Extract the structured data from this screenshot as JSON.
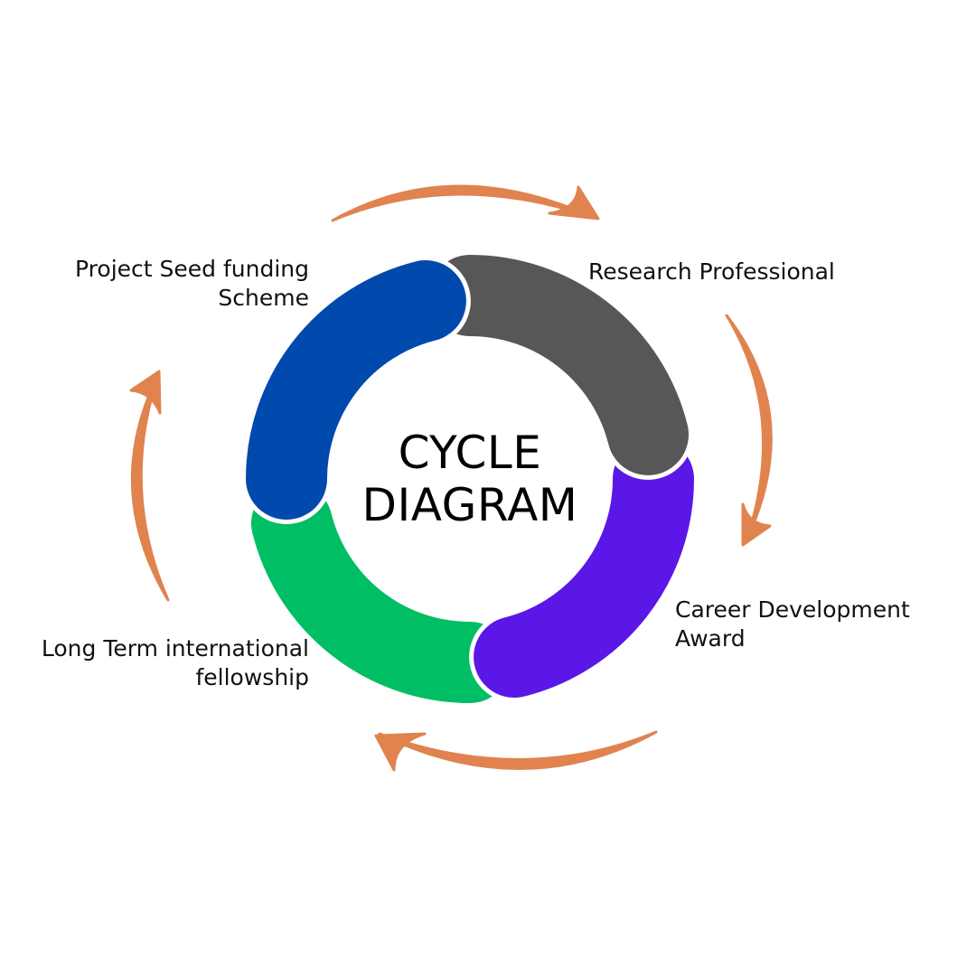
{
  "diagram": {
    "title_line1": "CYCLE",
    "title_line2": "DIAGRAM",
    "arrow_color": "#E0834F",
    "segments": [
      {
        "label_line1": "Research Professional",
        "label_line2": "",
        "color": "#575757"
      },
      {
        "label_line1": "Career Development",
        "label_line2": "Award",
        "color": "#5B17E8"
      },
      {
        "label_line1": "Long Term international",
        "label_line2": "fellowship",
        "color": "#00BE63"
      },
      {
        "label_line1": "Project Seed funding",
        "label_line2": "Scheme",
        "color": "#0049AD"
      }
    ]
  }
}
